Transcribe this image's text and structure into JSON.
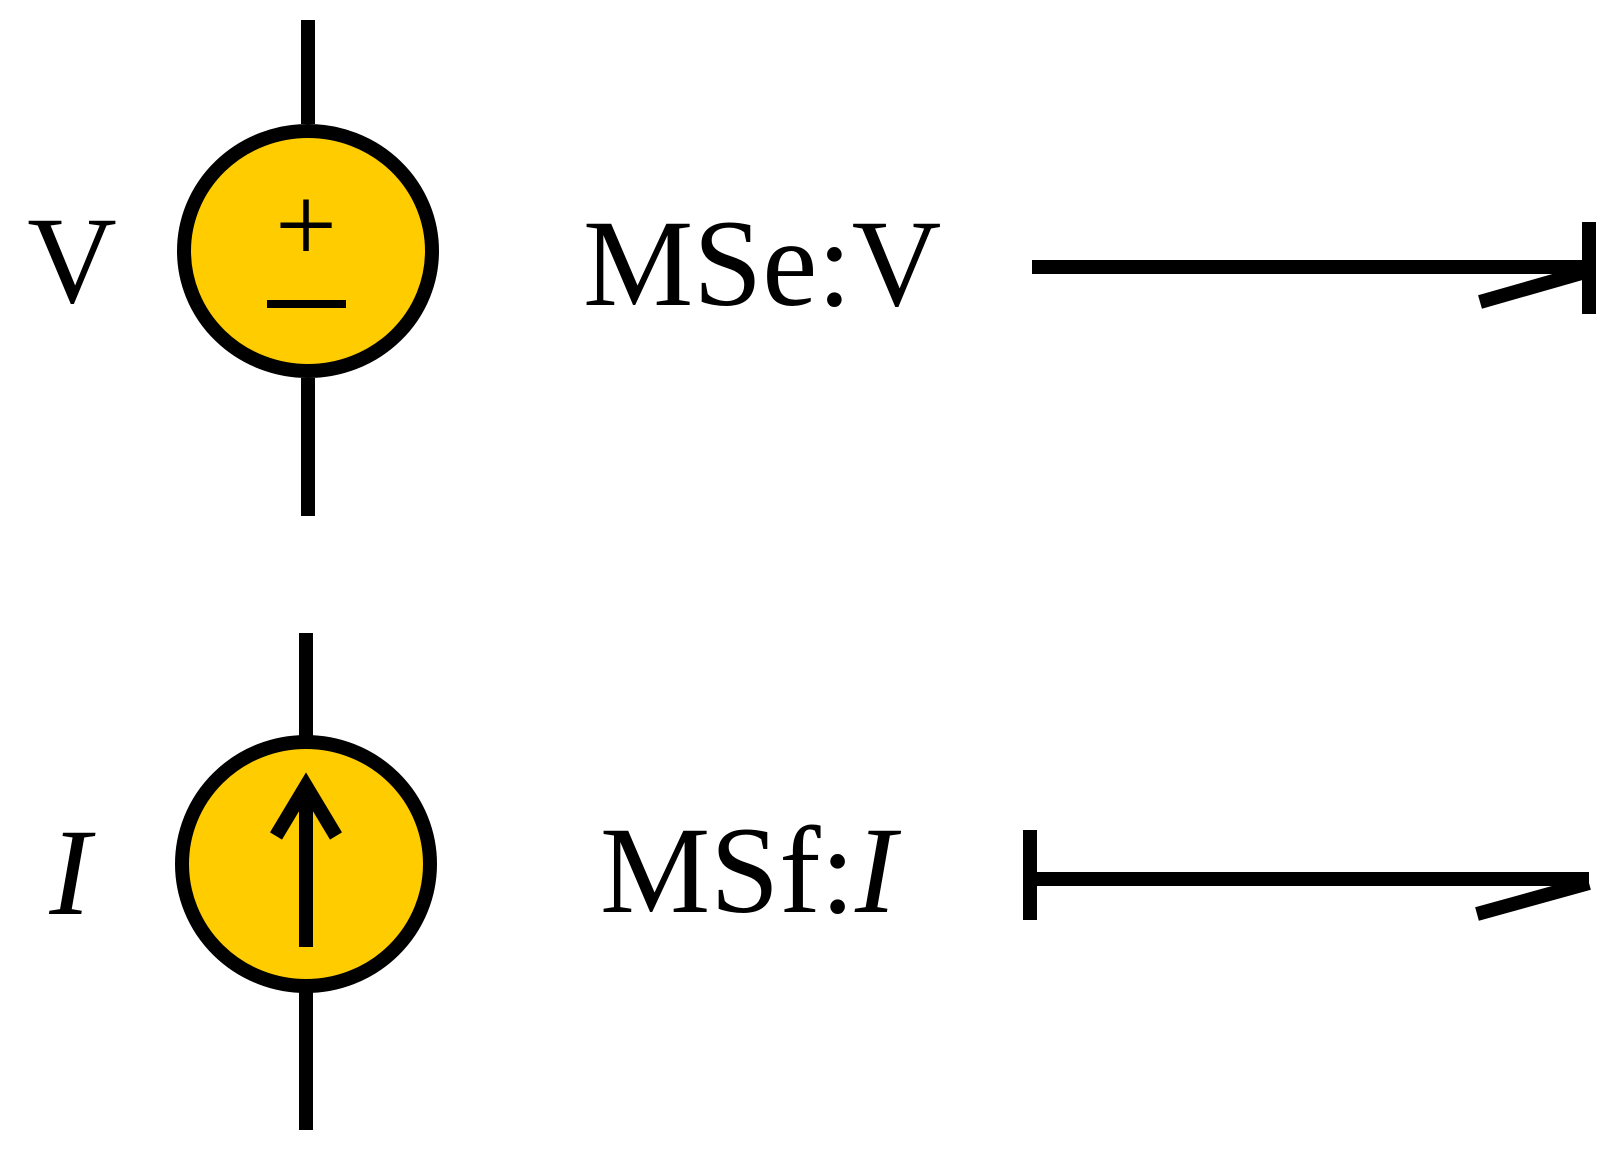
{
  "voltage_source": {
    "symbol_label": "V",
    "bond_graph_label": "MSe:V",
    "plus_sign": "+",
    "minus_sign": "–"
  },
  "current_source": {
    "symbol_label": "I",
    "bond_graph_label_prefix": "MSf:",
    "bond_graph_label_var": "I"
  },
  "colors": {
    "source_fill": "#FFCC00",
    "stroke": "#000000",
    "background": "#FFFFFF"
  }
}
